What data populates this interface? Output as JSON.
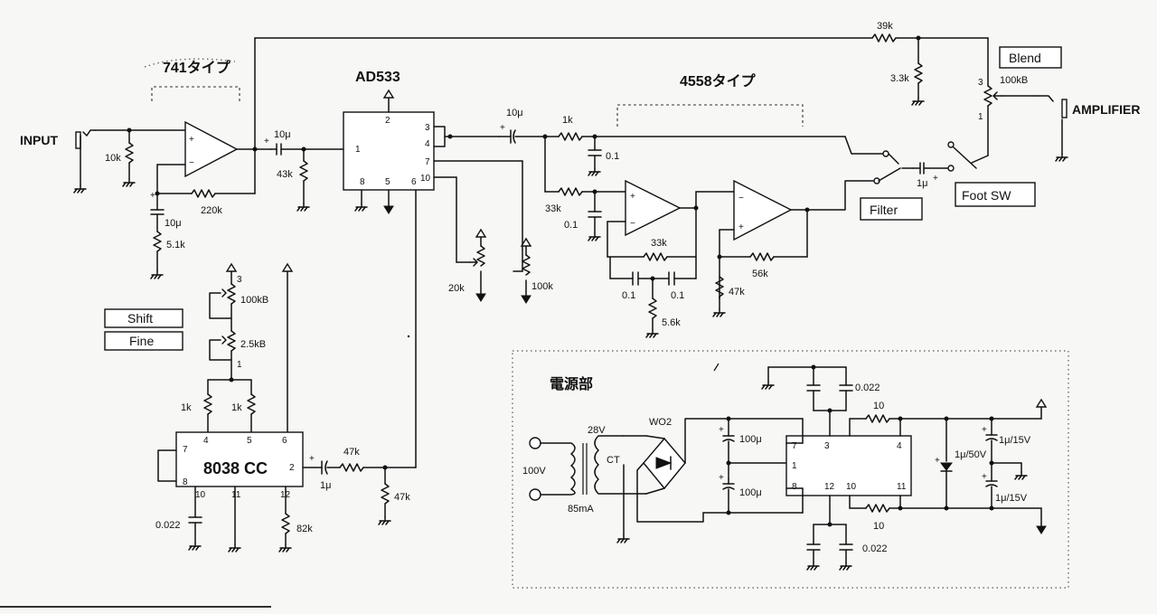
{
  "labels": {
    "op741": "741タイプ",
    "ad533": "AD533",
    "op4558": "4558タイプ",
    "input": "INPUT",
    "amplifier": "AMPLIFIER",
    "blend": "Blend",
    "foot_sw": "Foot SW",
    "filter": "Filter",
    "shift": "Shift",
    "fine": "Fine",
    "ic8038": "8038 CC",
    "psu": "電源部",
    "wo2": "WO2",
    "ct": "CT",
    "v28": "28V",
    "v100": "100V",
    "ma85": "85mA"
  },
  "components": {
    "r_10k": "10k",
    "r_220k": "220k",
    "c_10u_a": "10μ",
    "r_5_1k": "5.1k",
    "c_10u_b": "10μ",
    "r_43k": "43k",
    "c_10u_c": "10μ",
    "r_1k_a": "1k",
    "c_0_1_a": "0.1",
    "r_33k_a": "33k",
    "c_0_1_b": "0.1",
    "r_33k_b": "33k",
    "c_0_1_c": "0.1",
    "c_0_1_d": "0.1",
    "r_5_6k": "5.6k",
    "r_47k_a": "47k",
    "r_56k": "56k",
    "r_20k": "20k",
    "r_100k": "100k",
    "r_39k": "39k",
    "r_3_3k": "3.3k",
    "pot_100kb_blend": "100kB",
    "c_1u_sw": "1μ",
    "pot_100kb_shift": "100kB",
    "pot_2_5kb": "2.5kB",
    "r_1k_b": "1k",
    "r_1k_c": "1k",
    "c_0_022_a": "0.022",
    "r_82k": "82k",
    "r_47k_b": "47k",
    "r_47k_c": "47k",
    "c_1u_b": "1μ",
    "c_100u_a": "100μ",
    "c_100u_b": "100μ",
    "c_0_022_b": "0.022",
    "c_0_022_c": "0.022",
    "r_10_a": "10",
    "r_10_b": "10",
    "c_1u_50v": "1μ/50V",
    "c_1u_15v_a": "1μ/15V",
    "c_1u_15v_b": "1μ/15V"
  },
  "pins": {
    "ad533": {
      "p1": "1",
      "p2": "2",
      "p3": "3",
      "p4": "4",
      "p5": "5",
      "p6": "6",
      "p7": "7",
      "p8": "8",
      "p10": "10"
    },
    "ic8038": {
      "p2": "2",
      "p4": "4",
      "p5": "5",
      "p6": "6",
      "p7": "7",
      "p8": "8",
      "p10": "10",
      "p11": "11",
      "p12": "12"
    },
    "reg": {
      "p1": "1",
      "p3": "3",
      "p4": "4",
      "p7": "7",
      "p8": "8",
      "p10": "10",
      "p11": "11",
      "p12": "12"
    },
    "pot_blend": {
      "p1": "1",
      "p3": "3"
    },
    "pot_shift": {
      "p1": "1",
      "p3": "3"
    }
  },
  "op_signs": {
    "plus": "+",
    "minus": "−"
  }
}
